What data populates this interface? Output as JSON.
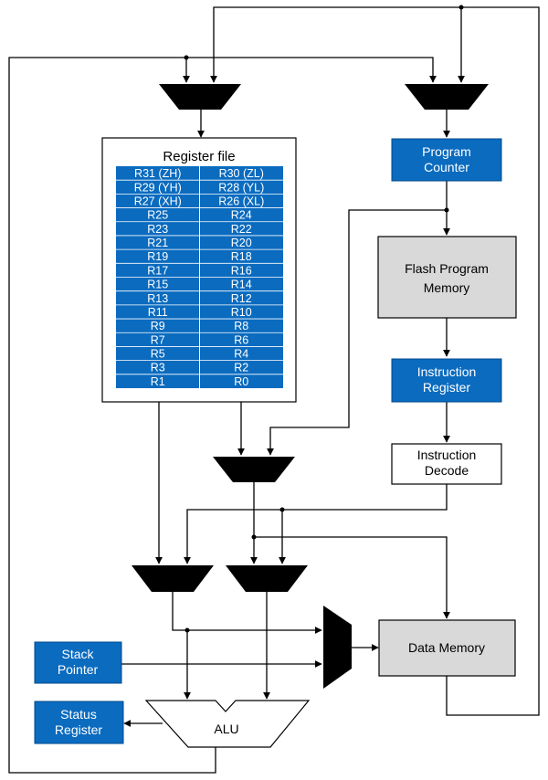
{
  "register_file": {
    "title": "Register file",
    "rows": [
      [
        "R31 (ZH)",
        "R30 (ZL)"
      ],
      [
        "R29 (YH)",
        "R28 (YL)"
      ],
      [
        "R27 (XH)",
        "R26 (XL)"
      ],
      [
        "R25",
        "R24"
      ],
      [
        "R23",
        "R22"
      ],
      [
        "R21",
        "R20"
      ],
      [
        "R19",
        "R18"
      ],
      [
        "R17",
        "R16"
      ],
      [
        "R15",
        "R14"
      ],
      [
        "R13",
        "R12"
      ],
      [
        "R11",
        "R10"
      ],
      [
        "R9",
        "R8"
      ],
      [
        "R7",
        "R6"
      ],
      [
        "R5",
        "R4"
      ],
      [
        "R3",
        "R2"
      ],
      [
        "R1",
        "R0"
      ]
    ]
  },
  "blocks": {
    "program_counter": [
      "Program",
      "Counter"
    ],
    "flash_memory": [
      "Flash Program",
      "Memory"
    ],
    "instruction_register": [
      "Instruction",
      "Register"
    ],
    "instruction_decode": [
      "Instruction",
      "Decode"
    ],
    "data_memory": "Data Memory",
    "stack_pointer": [
      "Stack",
      "Pointer"
    ],
    "status_register": [
      "Status",
      "Register"
    ],
    "alu": "ALU"
  },
  "colors": {
    "register_blue": "#0a6bbf",
    "memory_gray": "#d9d9d9",
    "wire": "#000000"
  }
}
